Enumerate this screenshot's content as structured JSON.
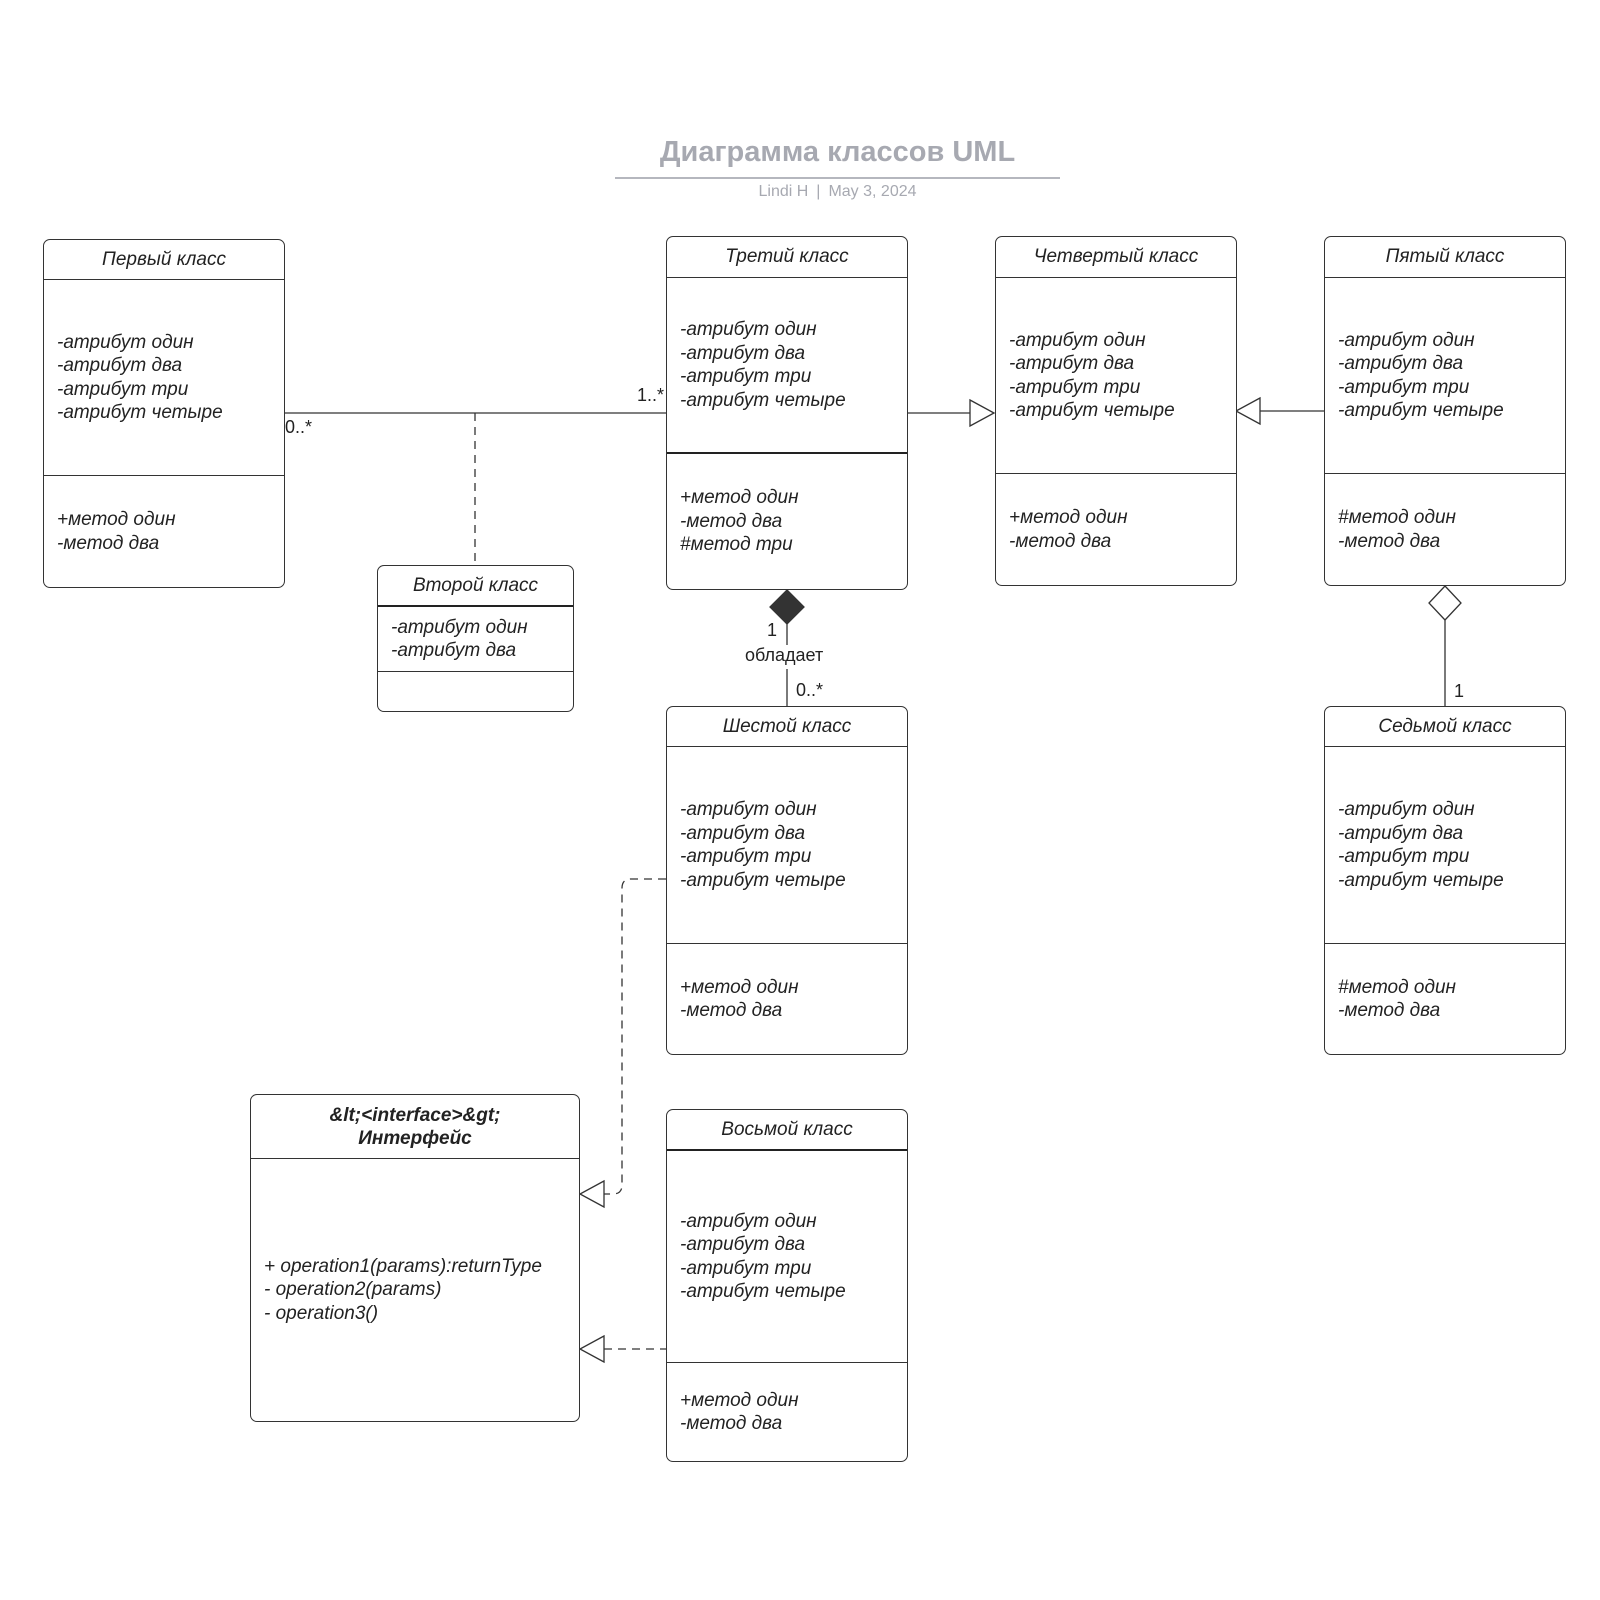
{
  "header": {
    "title": "Диаграмма классов UML",
    "author": "Lindi H",
    "separator": "|",
    "date": "May 3, 2024"
  },
  "classes": {
    "c1": {
      "name": "Первый класс",
      "attributes": [
        "-атрибут один",
        "-атрибут два",
        "-атрибут три",
        "-атрибут четыре"
      ],
      "methods": [
        "+метод один",
        "-метод два"
      ]
    },
    "c2": {
      "name": "Второй класс",
      "attributes": [
        "-атрибут один",
        "-атрибут два"
      ]
    },
    "c3": {
      "name": "Третий класс",
      "attributes": [
        "-атрибут один",
        "-атрибут два",
        "-атрибут три",
        "-атрибут четыре"
      ],
      "methods": [
        "+метод один",
        "-метод два",
        "#метод три"
      ]
    },
    "c4": {
      "name": "Четвертый класс",
      "attributes": [
        "-атрибут один",
        "-атрибут два",
        "-атрибут три",
        "-атрибут четыре"
      ],
      "methods": [
        "+метод один",
        "-метод два"
      ]
    },
    "c5": {
      "name": "Пятый класс",
      "attributes": [
        "-атрибут один",
        "-атрибут два",
        "-атрибут три",
        "-атрибут четыре"
      ],
      "methods": [
        "#метод один",
        "-метод два"
      ]
    },
    "c6": {
      "name": "Шестой класс",
      "attributes": [
        "-атрибут один",
        "-атрибут два",
        "-атрибут три",
        "-атрибут четыре"
      ],
      "methods": [
        "+метод один",
        "-метод два"
      ]
    },
    "c7": {
      "name": "Седьмой класс",
      "attributes": [
        "-атрибут один",
        "-атрибут два",
        "-атрибут три",
        "-атрибут четыре"
      ],
      "methods": [
        "#метод один",
        "-метод два"
      ]
    },
    "c8": {
      "name": "Восьмой класс",
      "attributes": [
        "-атрибут один",
        "-атрибут два",
        "-атрибут три",
        "-атрибут четыре"
      ],
      "methods": [
        "+метод один",
        "-метод два"
      ]
    },
    "iface": {
      "stereotype": "&lt;<interface>&gt;",
      "name": "Интерфейс",
      "operations": [
        "+ operation1(params):returnType",
        "- operation2(params)",
        "- operation3()"
      ]
    }
  },
  "labels": {
    "c1_c3_left_mult": "0..*",
    "c1_c3_right_mult": "1..*",
    "composition_mult_owner": "1",
    "composition_name": "обладает",
    "composition_mult_part": "0..*",
    "aggregation_mult": "1"
  }
}
